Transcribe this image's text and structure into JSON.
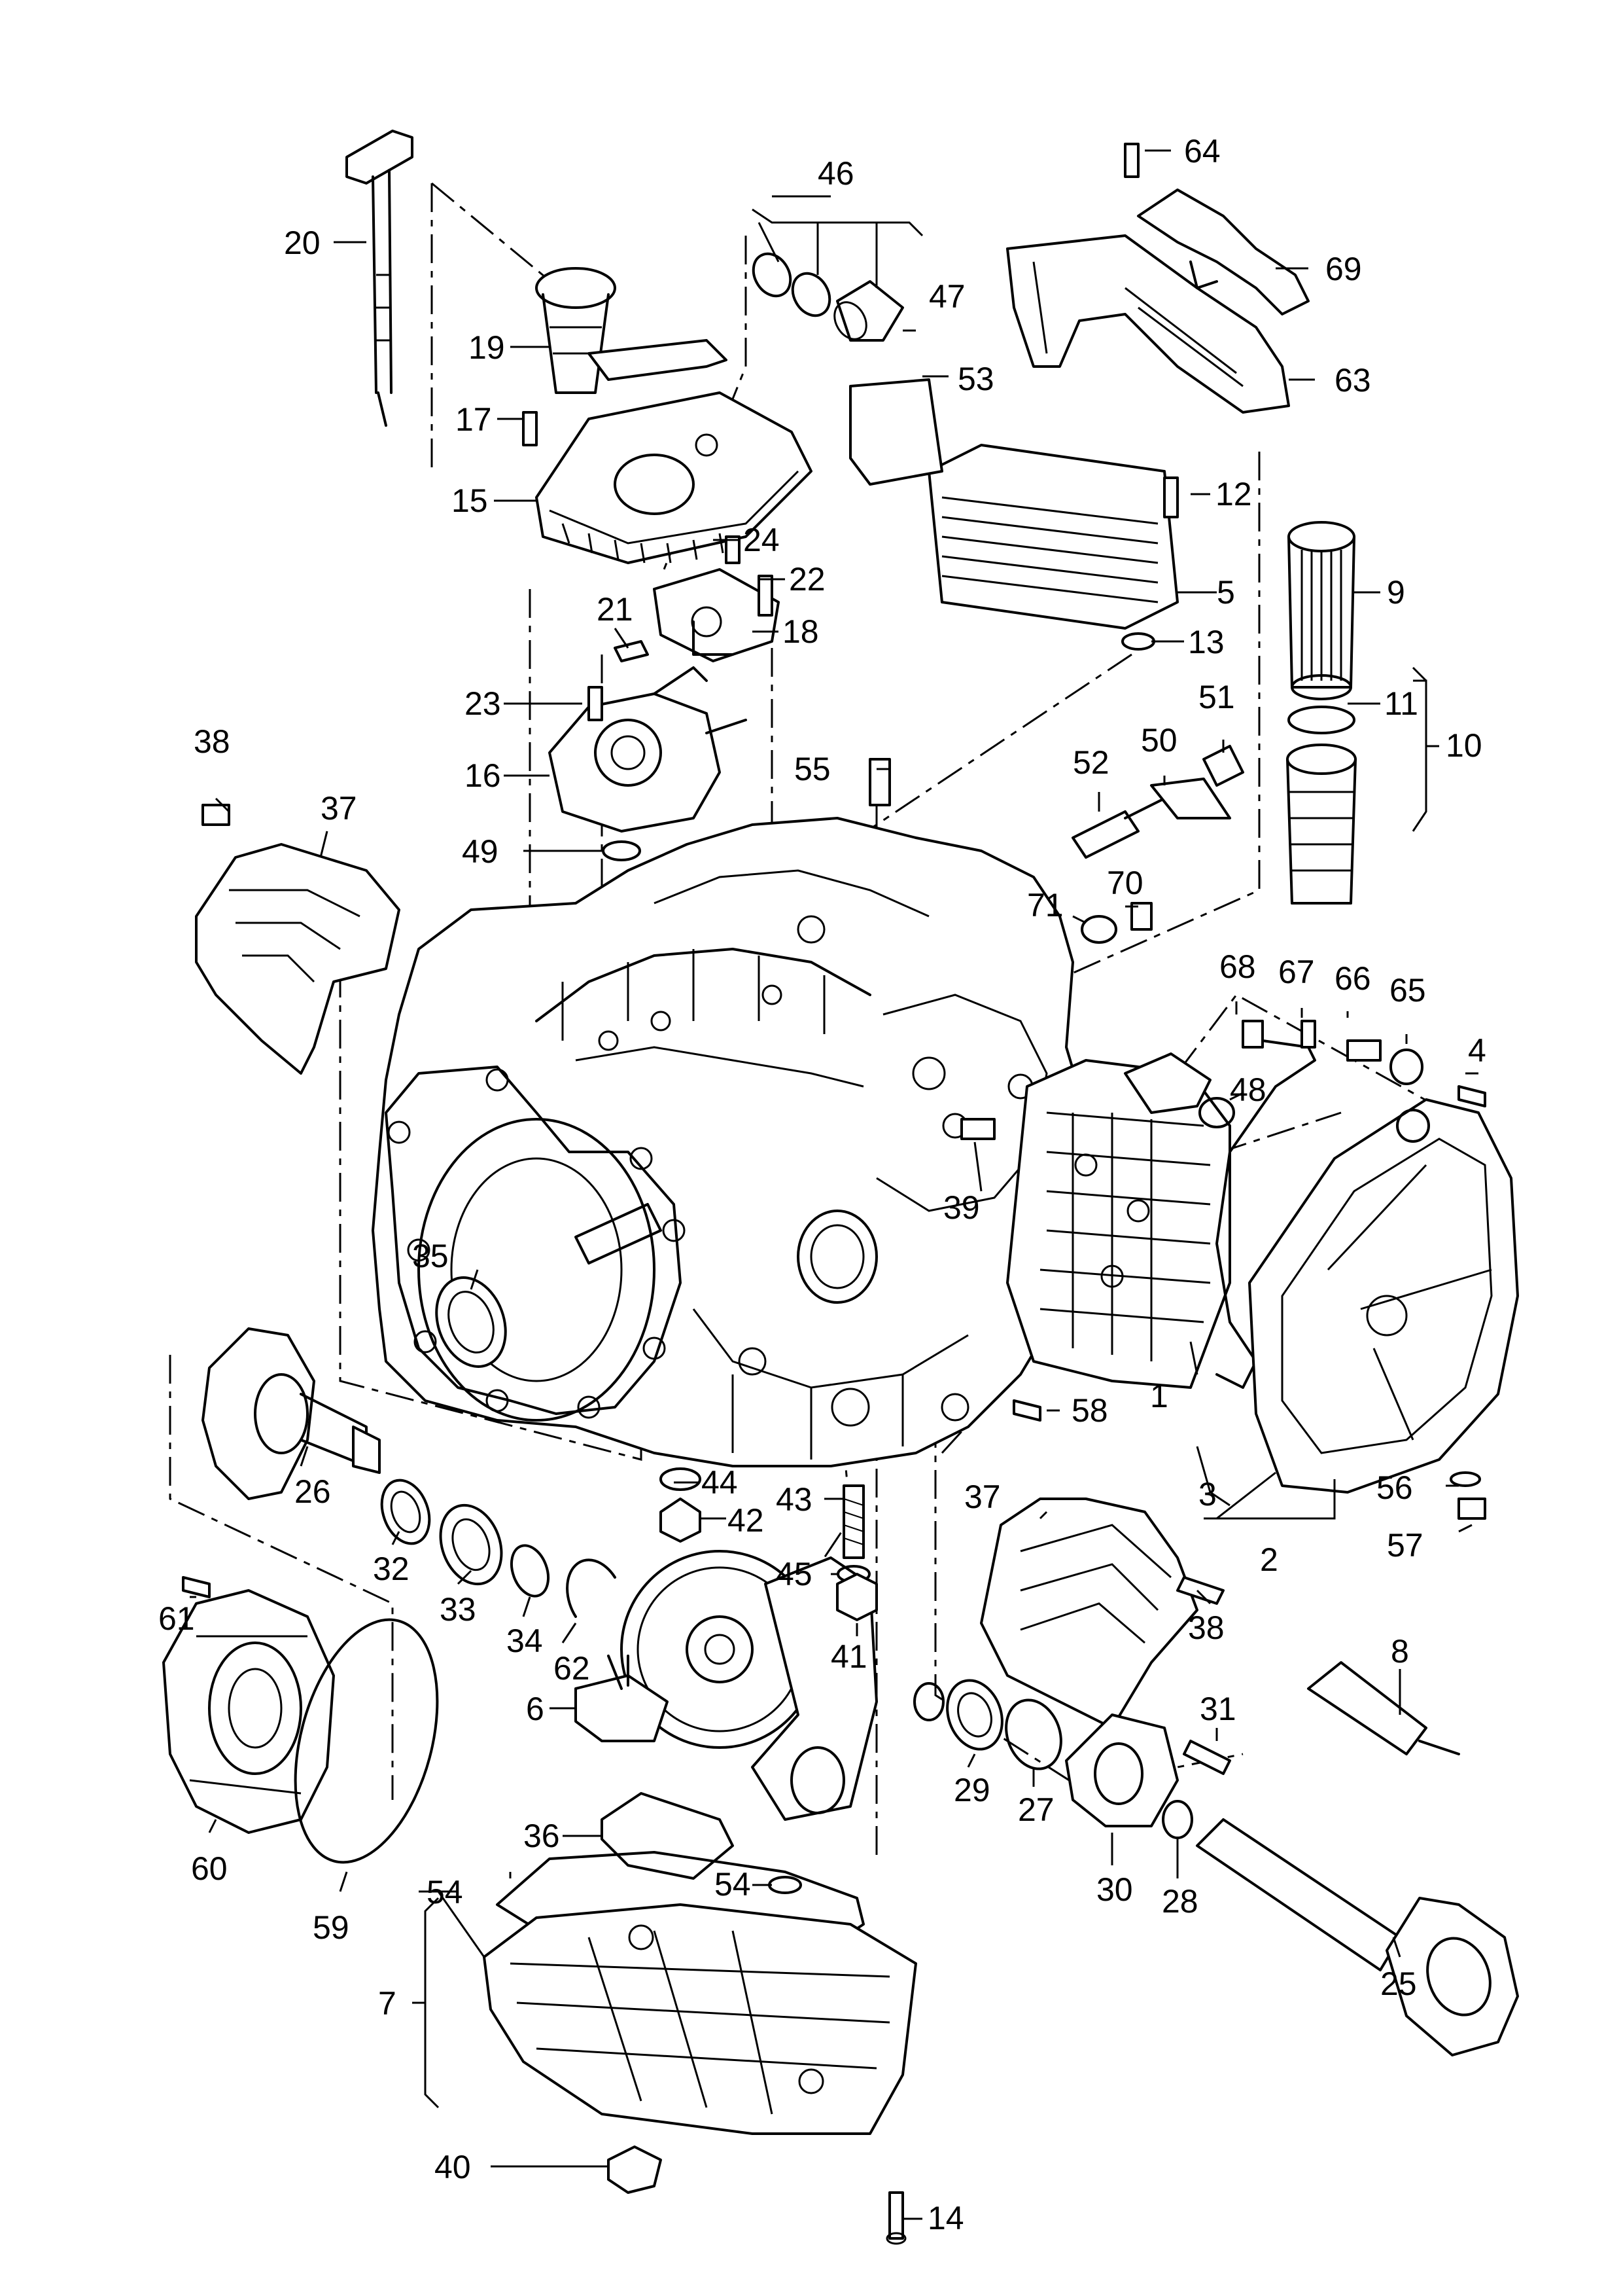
{
  "callouts": [
    {
      "id": "1",
      "text": "1"
    },
    {
      "id": "2",
      "text": "2"
    },
    {
      "id": "3",
      "text": "3"
    },
    {
      "id": "4",
      "text": "4"
    },
    {
      "id": "5",
      "text": "5"
    },
    {
      "id": "6",
      "text": "6"
    },
    {
      "id": "7",
      "text": "7"
    },
    {
      "id": "8",
      "text": "8"
    },
    {
      "id": "9",
      "text": "9"
    },
    {
      "id": "10",
      "text": "10"
    },
    {
      "id": "11",
      "text": "11"
    },
    {
      "id": "12",
      "text": "12"
    },
    {
      "id": "13",
      "text": "13"
    },
    {
      "id": "14",
      "text": "14"
    },
    {
      "id": "15",
      "text": "15"
    },
    {
      "id": "16",
      "text": "16"
    },
    {
      "id": "17",
      "text": "17"
    },
    {
      "id": "18",
      "text": "18"
    },
    {
      "id": "19",
      "text": "19"
    },
    {
      "id": "20",
      "text": "20"
    },
    {
      "id": "21",
      "text": "21"
    },
    {
      "id": "22",
      "text": "22"
    },
    {
      "id": "23",
      "text": "23"
    },
    {
      "id": "24",
      "text": "24"
    },
    {
      "id": "25",
      "text": "25"
    },
    {
      "id": "26",
      "text": "26"
    },
    {
      "id": "27",
      "text": "27"
    },
    {
      "id": "28",
      "text": "28"
    },
    {
      "id": "29",
      "text": "29"
    },
    {
      "id": "30",
      "text": "30"
    },
    {
      "id": "31",
      "text": "31"
    },
    {
      "id": "32",
      "text": "32"
    },
    {
      "id": "33",
      "text": "33"
    },
    {
      "id": "34",
      "text": "34"
    },
    {
      "id": "35",
      "text": "35"
    },
    {
      "id": "36",
      "text": "36"
    },
    {
      "id": "37a",
      "text": "37"
    },
    {
      "id": "37b",
      "text": "37"
    },
    {
      "id": "38a",
      "text": "38"
    },
    {
      "id": "38b",
      "text": "38"
    },
    {
      "id": "39",
      "text": "39"
    },
    {
      "id": "40",
      "text": "40"
    },
    {
      "id": "41",
      "text": "41"
    },
    {
      "id": "42",
      "text": "42"
    },
    {
      "id": "43",
      "text": "43"
    },
    {
      "id": "44",
      "text": "44"
    },
    {
      "id": "45",
      "text": "45"
    },
    {
      "id": "46",
      "text": "46"
    },
    {
      "id": "47",
      "text": "47"
    },
    {
      "id": "48",
      "text": "48"
    },
    {
      "id": "49",
      "text": "49"
    },
    {
      "id": "50",
      "text": "50"
    },
    {
      "id": "51",
      "text": "51"
    },
    {
      "id": "52",
      "text": "52"
    },
    {
      "id": "53",
      "text": "53"
    },
    {
      "id": "54a",
      "text": "54"
    },
    {
      "id": "54b",
      "text": "54"
    },
    {
      "id": "55",
      "text": "55"
    },
    {
      "id": "56",
      "text": "56"
    },
    {
      "id": "57",
      "text": "57"
    },
    {
      "id": "58",
      "text": "58"
    },
    {
      "id": "59",
      "text": "59"
    },
    {
      "id": "60",
      "text": "60"
    },
    {
      "id": "61",
      "text": "61"
    },
    {
      "id": "62",
      "text": "62"
    },
    {
      "id": "63",
      "text": "63"
    },
    {
      "id": "64",
      "text": "64"
    },
    {
      "id": "65",
      "text": "65"
    },
    {
      "id": "66",
      "text": "66"
    },
    {
      "id": "67",
      "text": "67"
    },
    {
      "id": "68",
      "text": "68"
    },
    {
      "id": "69",
      "text": "69"
    },
    {
      "id": "70",
      "text": "70"
    },
    {
      "id": "71",
      "text": "71"
    }
  ]
}
